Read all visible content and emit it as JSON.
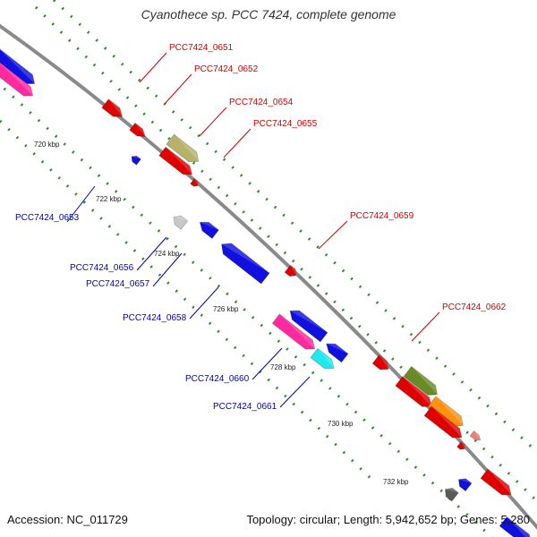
{
  "title": "Cyanothece sp. PCC 7424, complete genome",
  "footer": {
    "accession": "Accession: NC_011729",
    "summary": "Topology: circular; Length: 5,942,652 bp; Genes: 5,280"
  },
  "colors": {
    "backbone": "#8a8a8a",
    "forward_label": "#d40000",
    "reverse_label": "#0000c0",
    "tick": "#2e8b2e"
  },
  "kbp_ticks": [
    "720 kbp",
    "722 kbp",
    "724 kbp",
    "726 kbp",
    "728 kbp",
    "730 kbp",
    "732 kbp"
  ],
  "forward_labels": [
    "PCC7424_0651",
    "PCC7424_0652",
    "PCC7424_0654",
    "PCC7424_0655",
    "PCC7424_0659",
    "PCC7424_0662"
  ],
  "reverse_labels": [
    "PCC7424_0653",
    "PCC7424_0656",
    "PCC7424_0657",
    "PCC7424_0658",
    "PCC7424_0660",
    "PCC7424_0661"
  ]
}
